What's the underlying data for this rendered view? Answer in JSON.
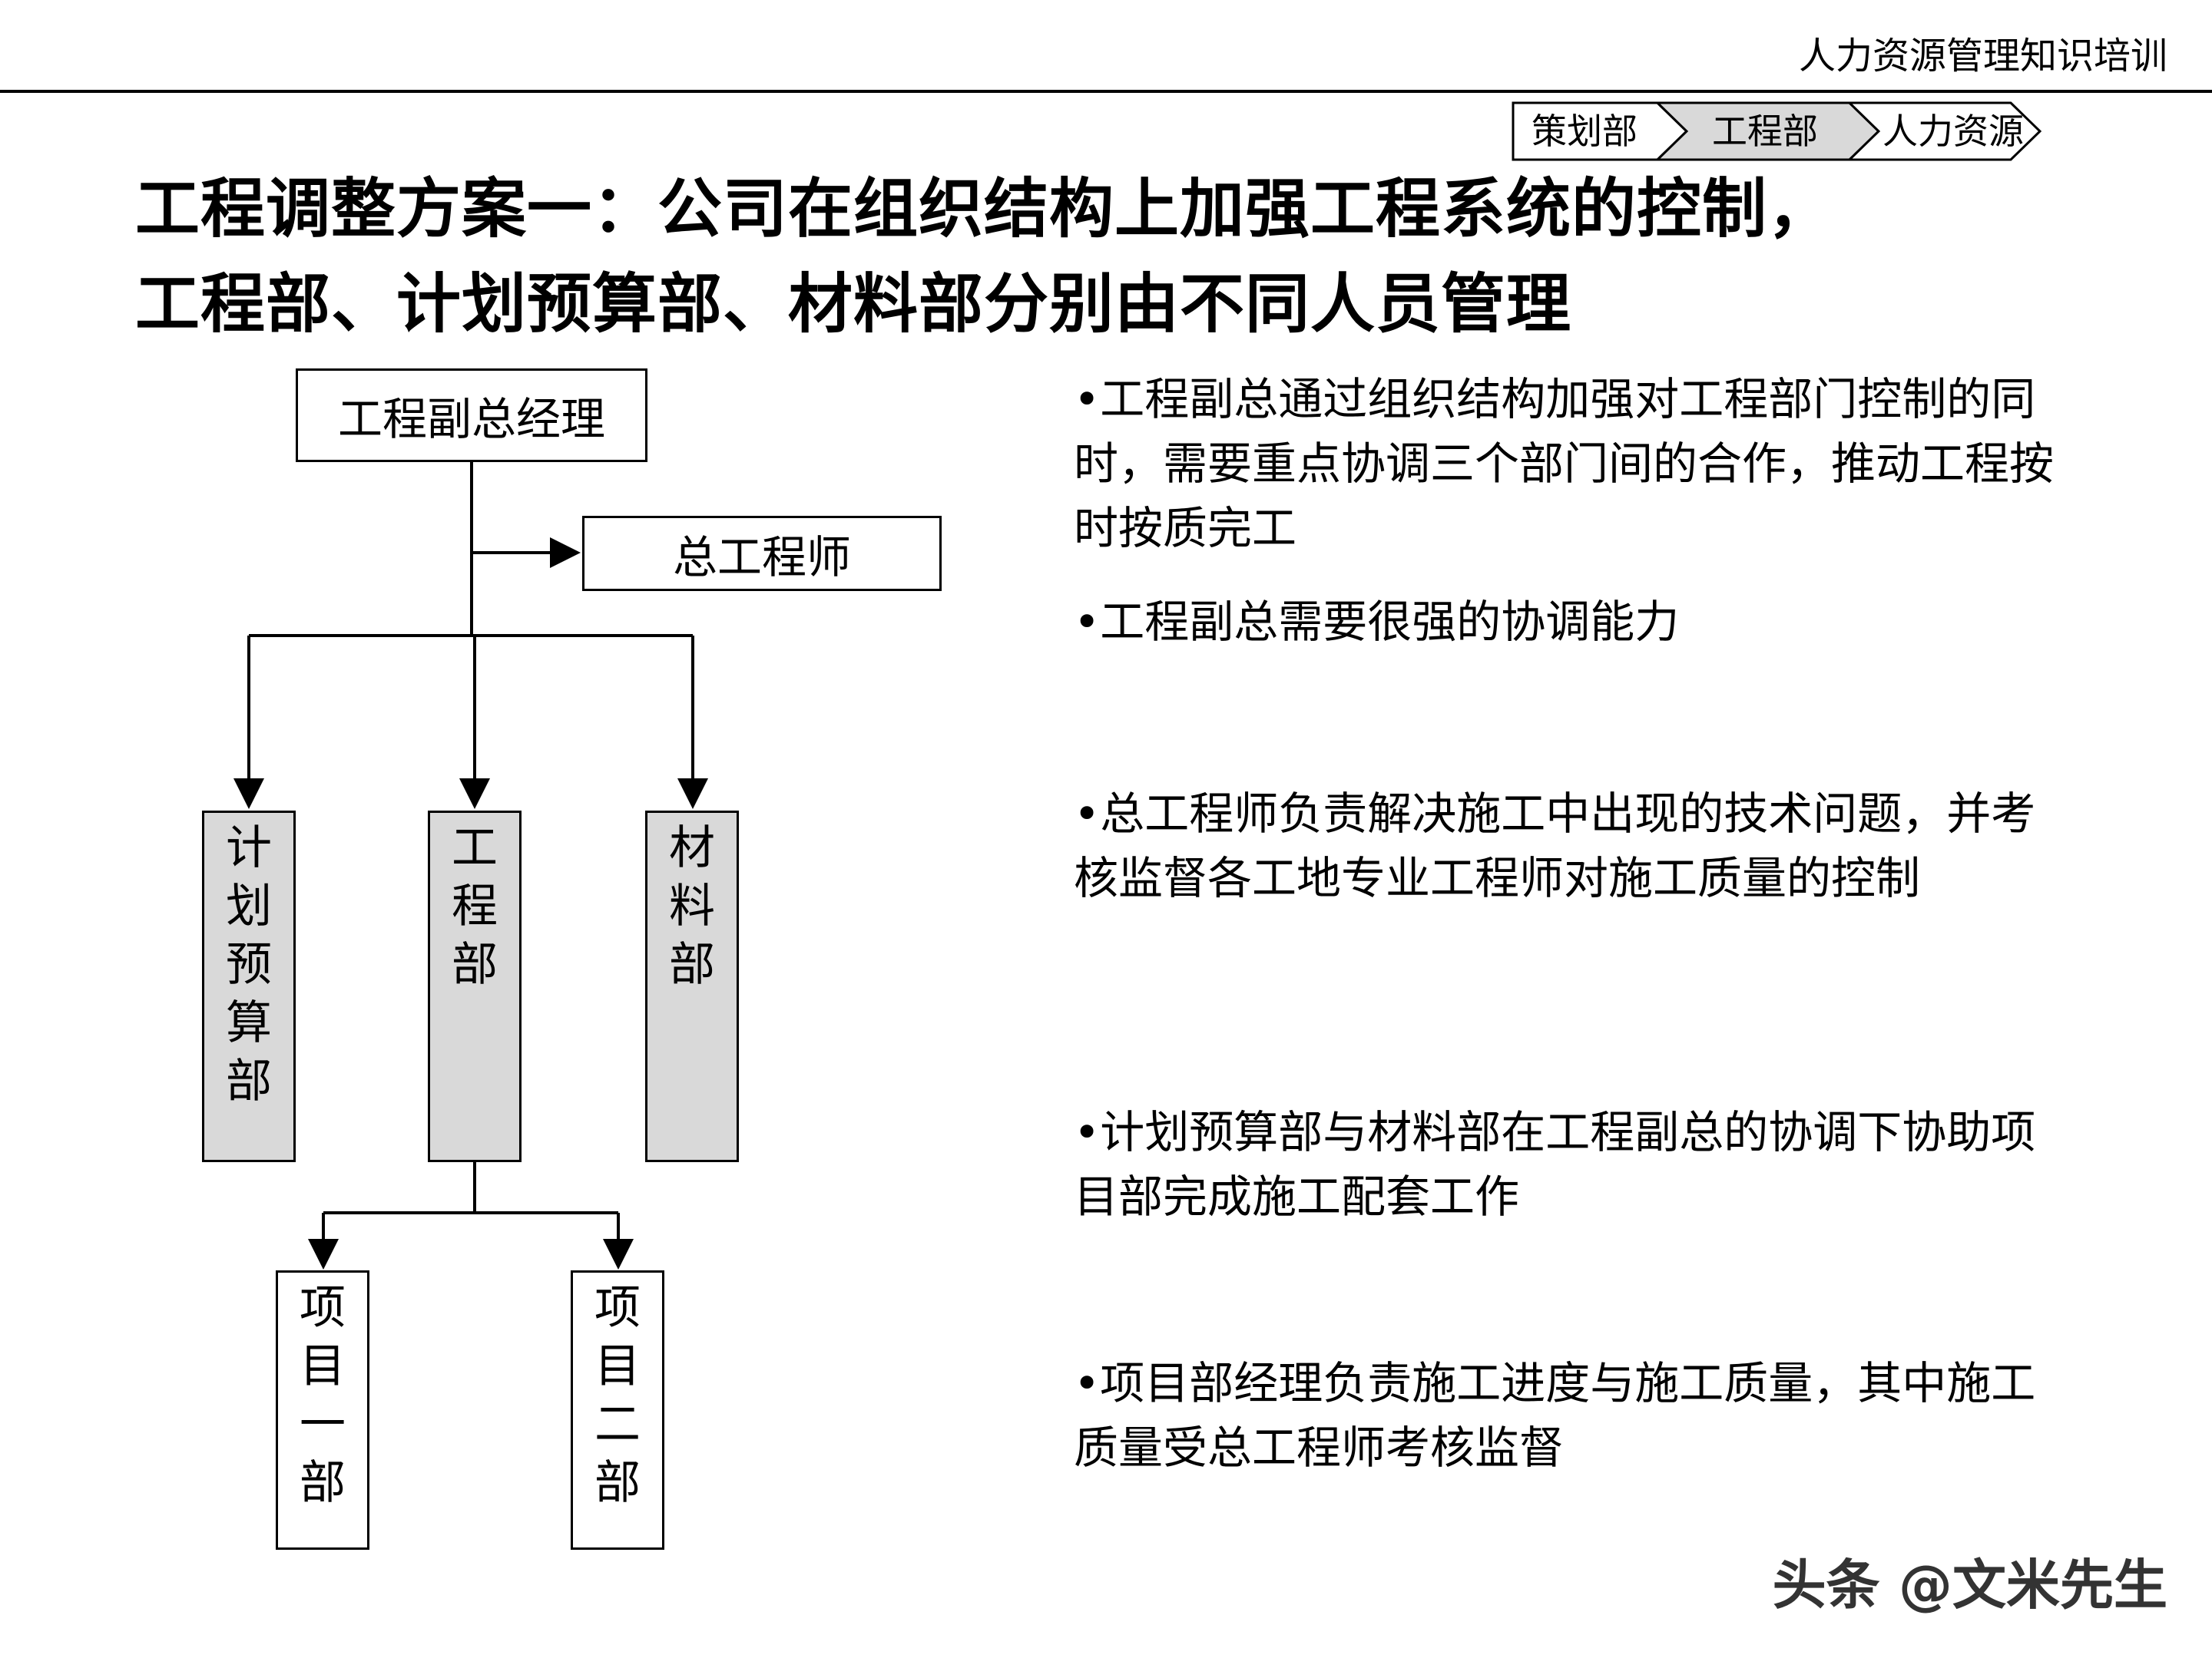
{
  "header": {
    "title": "人力资源管理知识培训",
    "breadcrumb": [
      "策划部",
      "工程部",
      "人力资源"
    ]
  },
  "main_title": {
    "line1": "工程调整方案一：公司在组织结构上加强工程系统的控制，",
    "line2": "工程部、计划预算部、材料部分别由不同人员管理"
  },
  "org_chart": {
    "root": "工程副总经理",
    "advisor": "总工程师",
    "departments": [
      "计划预算部",
      "工程部",
      "材料部"
    ],
    "projects": [
      "项目一部",
      "项目二部"
    ]
  },
  "bullets": [
    "•工程副总通过组织结构加强对工程部门控制的同时，需要重点协调三个部门间的合作，推动工程按时按质完工",
    "•工程副总需要很强的协调能力",
    "•总工程师负责解决施工中出现的技术问题，并考核监督各工地专业工程师对施工质量的控制",
    "•计划预算部与材料部在工程副总的协调下协助项目部完成施工配套工作",
    "•项目部经理负责施工进度与施工质量，其中施工质量受总工程师考核监督"
  ],
  "watermark": "头条 @文米先生",
  "colors": {
    "dept_fill": "#d9d9d9",
    "crumb_active": "#d9d9d9",
    "line": "#000000"
  }
}
